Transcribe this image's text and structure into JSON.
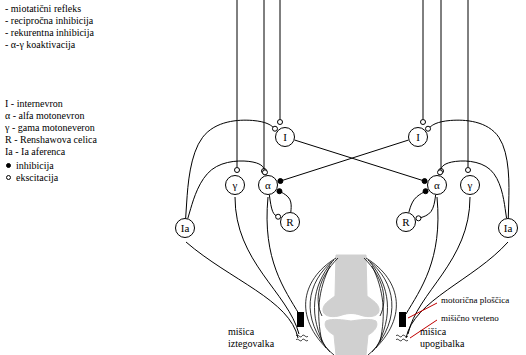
{
  "diagram": {
    "nodes": [
      {
        "text": [
          "I"
        ]
      },
      {
        "text": [
          "I"
        ]
      },
      {
        "text": [
          "γ"
        ]
      },
      {
        "text": [
          "α"
        ]
      },
      {
        "text": [
          "α"
        ]
      },
      {
        "text": [
          "γ"
        ]
      },
      {
        "text": [
          "Ia"
        ]
      },
      {
        "text": [
          "R"
        ]
      },
      {
        "text": [
          "R"
        ]
      },
      {
        "text": [
          "Ia"
        ]
      }
    ],
    "edges": [
      {
        "from": 6,
        "to": 3,
        "arrow": "to"
      },
      {
        "from": 6,
        "to": 0,
        "arrow": "to"
      },
      {
        "from": 0,
        "to": 4,
        "arrow": "to"
      },
      {
        "from": 1,
        "to": 3,
        "arrow": "to"
      },
      {
        "from": 9,
        "to": 4,
        "arrow": "to"
      },
      {
        "from": 9,
        "to": 1,
        "arrow": "to"
      },
      {
        "from": 3,
        "to": 7,
        "arrow": "to"
      },
      {
        "from": 7,
        "to": 3,
        "arrow": "to"
      },
      {
        "from": 4,
        "to": 8,
        "arrow": "to"
      },
      {
        "from": 8,
        "to": 4,
        "arrow": "to"
      }
    ],
    "labels": [
      "- miotatični refleks",
      "- recipročna inhibicija",
      "- rekurentna inhibicija",
      "- α-γ koaktivacija",
      "I - internevron",
      "α - alfa motonevron",
      "γ - gama motoneveron",
      "R - Renshawova celica",
      "Ia - Ia aferenca",
      "motorična ploščica",
      "mišično vreteno",
      "mišica iztegovalka",
      "mišica upogibalka"
    ],
    "legend": [
      {
        "text": "inhibicija"
      },
      {
        "text": "ekscitacija"
      }
    ]
  }
}
